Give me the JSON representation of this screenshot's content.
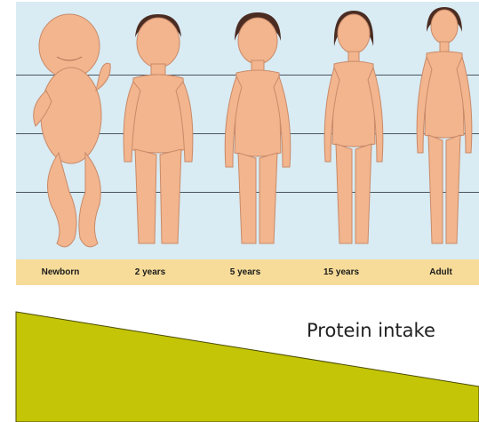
{
  "age_stages": [
    {
      "label": "Newborn"
    },
    {
      "label": "2 years"
    },
    {
      "label": "5 years"
    },
    {
      "label": "15 years"
    },
    {
      "label": "Adult"
    }
  ],
  "wedge": {
    "label": "Protein intake",
    "color": "#c3c506"
  },
  "colors": {
    "panel_background": "#d9ebf3",
    "age_bar": "#f7dc99",
    "skin": "#f2b58e",
    "hair": "#4a2c22"
  }
}
